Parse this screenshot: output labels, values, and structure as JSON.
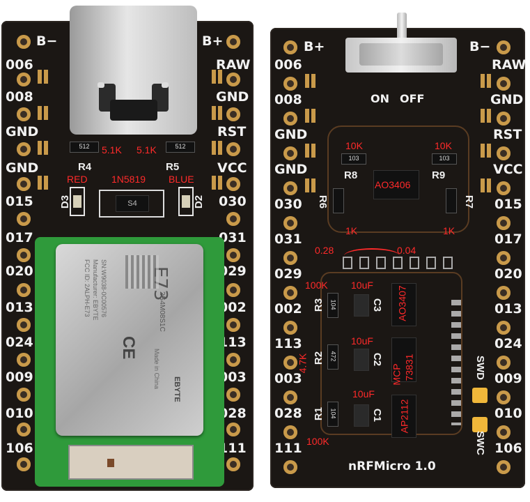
{
  "left_board": {
    "pins_left": [
      "006",
      "008",
      "GND",
      "GND",
      "015",
      "017",
      "020",
      "013",
      "024",
      "009",
      "010",
      "106"
    ],
    "pins_right": [
      "RAW",
      "GND",
      "RST",
      "VCC",
      "030",
      "031",
      "029",
      "002",
      "113",
      "003",
      "028",
      "111"
    ],
    "top_left": "B−",
    "top_right": "B+",
    "silk": {
      "r4": "R4",
      "r5": "R5",
      "d3": "D3",
      "d2": "D2",
      "r4_code": "512",
      "r5_code": "512",
      "diode_code": "S4"
    },
    "annotations": {
      "r4_value": "5.1K",
      "r5_value": "5.1K",
      "red": "RED",
      "blue": "BLUE",
      "diode": "1N5819"
    },
    "module_text": {
      "brand_big": "E73",
      "model": "2G4M08S1C",
      "sn": "SN:W9038-0C00576",
      "maker": "Manufacturer: EBYTE",
      "fcc": "FCC ID: 2ALPH-E73",
      "made": "Made in China",
      "ebyte": "EBYTE",
      "ce": "CE"
    }
  },
  "right_board": {
    "pins_left": [
      "006",
      "008",
      "GND",
      "GND",
      "030",
      "031",
      "029",
      "002",
      "113",
      "003",
      "028",
      "111"
    ],
    "pins_right": [
      "RAW",
      "GND",
      "RST",
      "VCC",
      "015",
      "017",
      "020",
      "013",
      "024",
      "009",
      "010",
      "106"
    ],
    "top_left": "B+",
    "top_right": "B−",
    "switch": {
      "on": "ON",
      "off": "OFF"
    },
    "silk": {
      "r8": "R8",
      "r9": "R9",
      "r6": "R6",
      "r7": "R7",
      "r3": "R3",
      "r2": "R2",
      "r1": "R1",
      "c1": "C1",
      "c2": "C2",
      "c3": "C3",
      "swd": "SWD",
      "swc": "SWC",
      "name": "nRFMicro 1.0"
    },
    "annotations": {
      "r8_value": "10K",
      "r9_value": "10K",
      "r6_value": "1K",
      "r7_value": "1K",
      "mosfet": "AO3406",
      "v1": "0.28",
      "v2": "0.04",
      "r3_value": "100K",
      "c3_value": "10uF",
      "mosfet2": "AO3407",
      "r2_value": "4.7K",
      "c2_value": "10uF",
      "mcp": "MCP",
      "mcp_num": "73831",
      "c1_value": "10uF",
      "ap": "AP2112",
      "r1_value": "100K"
    },
    "codes": {
      "r8": "103",
      "r9": "103",
      "r3": "104",
      "r2": "472",
      "r1": "104"
    }
  }
}
